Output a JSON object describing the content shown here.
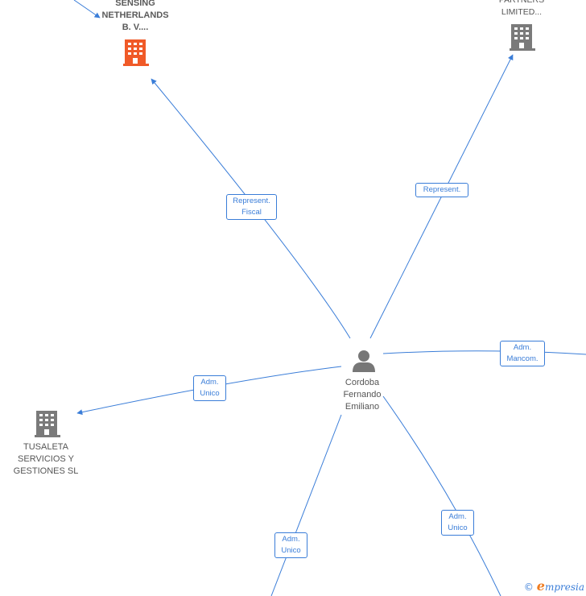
{
  "colors": {
    "edge": "#3a7dd8",
    "company_highlight": "#f05a28",
    "company": "#7a7a7a",
    "person": "#777777"
  },
  "nodes": {
    "center_person": {
      "label": "Cordoba\nFernando\nEmiliano",
      "icon": "person-icon"
    },
    "sensing": {
      "label": "SENSING\nNETHERLANDS\nB. V....",
      "icon": "building-icon"
    },
    "partners": {
      "label": "PARTNERS\nLIMITED...",
      "icon": "building-icon"
    },
    "tusaleta": {
      "label": "TUSALETA\nSERVICIOS Y\nGESTIONES SL",
      "icon": "building-icon"
    }
  },
  "edge_labels": {
    "represent_fiscal": "Represent.\nFiscal",
    "represent": "Represent.",
    "adm_mancom": "Adm.\nMancom.",
    "adm_unico_left": "Adm.\nUnico",
    "adm_unico_bottom_left": "Adm.\nUnico",
    "adm_unico_bottom_right": "Adm.\nUnico"
  },
  "brand": {
    "copyright": "©",
    "name": "mpresia",
    "initial": "e"
  }
}
